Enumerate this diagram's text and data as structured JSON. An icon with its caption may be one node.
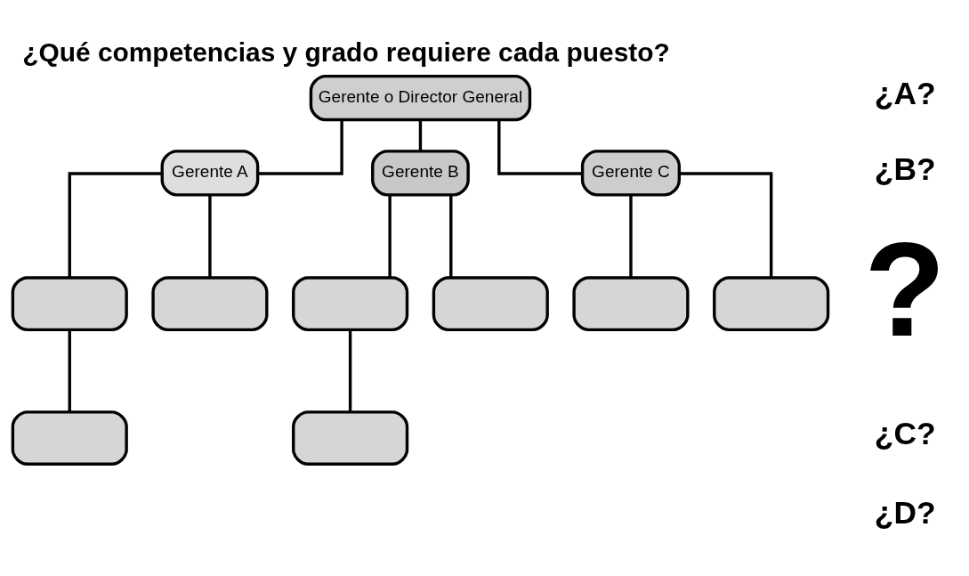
{
  "diagram": {
    "title": "¿Qué competencias y grado requiere cada puesto?",
    "nodes": [
      {
        "text": [
          "Gerente o Director General"
        ]
      },
      {
        "text": [
          "Gerente A"
        ]
      },
      {
        "text": [
          "Gerente B"
        ]
      },
      {
        "text": [
          "Gerente C"
        ]
      },
      {
        "text": [],
        "shape": "box"
      },
      {
        "text": [],
        "shape": "box"
      },
      {
        "text": [],
        "shape": "box"
      },
      {
        "text": [],
        "shape": "box"
      },
      {
        "text": [],
        "shape": "box"
      },
      {
        "text": [],
        "shape": "box"
      },
      {
        "text": [],
        "shape": "box"
      },
      {
        "text": [],
        "shape": "box"
      }
    ],
    "edges": [
      {
        "from": 0,
        "to": 1,
        "arrow": "none"
      },
      {
        "from": 0,
        "to": 2,
        "arrow": "none"
      },
      {
        "from": 0,
        "to": 3,
        "arrow": "none"
      },
      {
        "from": 1,
        "to": 4,
        "arrow": "none"
      },
      {
        "from": 1,
        "to": 5,
        "arrow": "none"
      },
      {
        "from": 2,
        "to": 6,
        "arrow": "none"
      },
      {
        "from": 2,
        "to": 7,
        "arrow": "none"
      },
      {
        "from": 3,
        "to": 8,
        "arrow": "none"
      },
      {
        "from": 3,
        "to": 9,
        "arrow": "none"
      },
      {
        "from": 4,
        "to": 10,
        "arrow": "none"
      },
      {
        "from": 6,
        "to": 11,
        "arrow": "none"
      }
    ],
    "labels": [
      "¿A?",
      "¿B?",
      "?",
      "¿C?",
      "¿D?"
    ]
  }
}
